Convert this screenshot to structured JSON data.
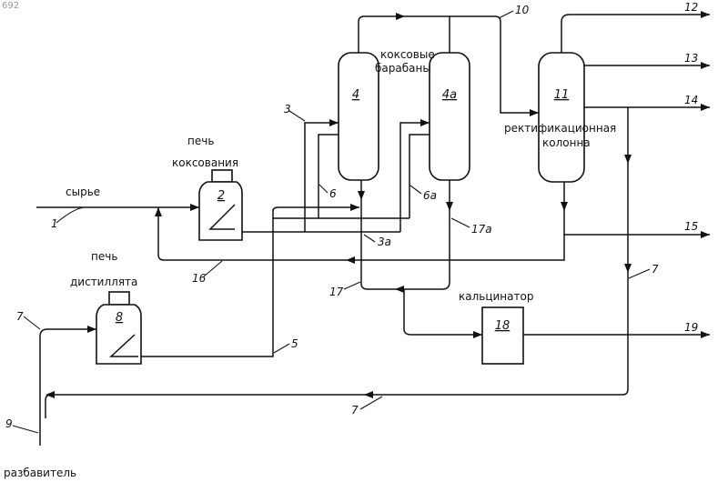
{
  "page_id": "692",
  "labels": {
    "feed": "сырье",
    "coking_furnace": "печь коксования",
    "coking_furnace_line1": "печь",
    "coking_furnace_line2": "коксования",
    "distillate_furnace_line1": "печь",
    "distillate_furnace_line2": "дистиллята",
    "coke_drums_line1": "коксовые",
    "coke_drums_line2": "барабаны",
    "fractionator_line1": "ректификационная",
    "fractionator_line2": "колонна",
    "calciner": "кальцинатор",
    "diluent": "разбавитель"
  },
  "unit_numbers": {
    "coking_furnace": "2",
    "drum_a": "4",
    "drum_b": "4a",
    "fractionator": "11",
    "distillate_furnace": "8",
    "calciner": "18"
  },
  "stream_numbers": {
    "s1": "1",
    "s3": "3",
    "s3a": "3a",
    "s5": "5",
    "s6": "6",
    "s6a": "6a",
    "s7_left": "7",
    "s7_right": "7",
    "s7_bottom": "7",
    "s9": "9",
    "s10": "10",
    "s12": "12",
    "s13": "13",
    "s14": "14",
    "s15": "15",
    "s16": "16",
    "s17": "17",
    "s17a": "17a",
    "s19": "19"
  }
}
